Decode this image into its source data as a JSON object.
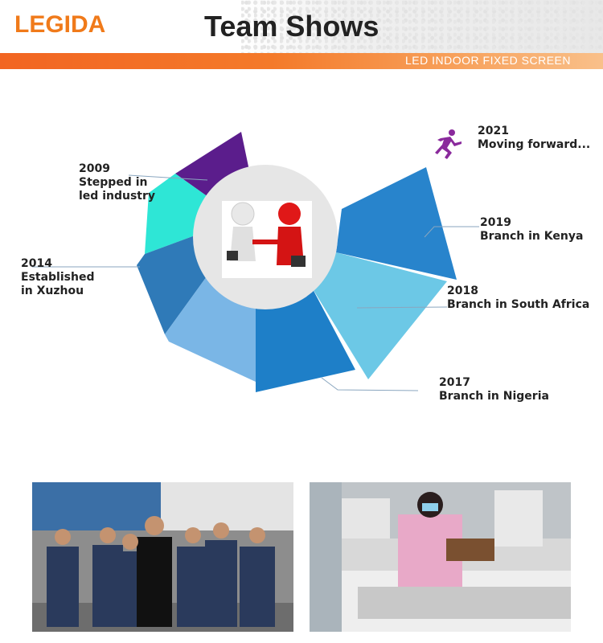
{
  "header": {
    "logo_text": "LEGIDA",
    "title": "Team Shows",
    "subtitle": "LED INDOOR FIXED SCREEN"
  },
  "timeline": [
    {
      "year": "2009",
      "text": "Stepped in\nled industry",
      "color": "#5b1d8c"
    },
    {
      "year": "2014",
      "text": "Established\nin Xuzhou",
      "color": "#2f7ab8"
    },
    {
      "year": "2017",
      "text": "Branch in Nigeria",
      "color": "#1e7fc8"
    },
    {
      "year": "2018",
      "text": "Branch in South Africa",
      "color": "#6cc8e6"
    },
    {
      "year": "2019",
      "text": "Branch in Kenya",
      "color": "#2884cc"
    },
    {
      "year": "2021",
      "text": "Moving forward...",
      "color": "#8a2a9c"
    }
  ],
  "photos": [
    {
      "name": "team-photo"
    },
    {
      "name": "worker-photo"
    }
  ]
}
